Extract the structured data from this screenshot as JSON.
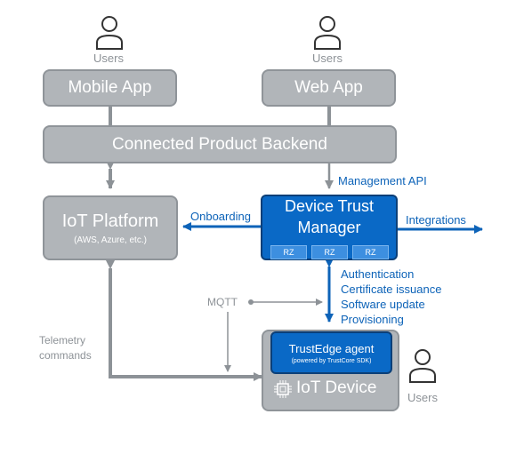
{
  "users": {
    "left": "Users",
    "center": "Users",
    "right": "Users"
  },
  "mobile_app": "Mobile App",
  "web_app": "Web App",
  "backend": "Connected Product Backend",
  "management_api": "Management API",
  "iot_platform": {
    "title": "IoT Platform",
    "subtitle": "(AWS, Azure, etc.)"
  },
  "dtm": {
    "line1": "Device Trust",
    "line2": "Manager",
    "zones": [
      "RZ",
      "RZ",
      "RZ"
    ]
  },
  "onboarding": "Onboarding",
  "integrations": "Integrations",
  "services": [
    "Authentication",
    "Certificate issuance",
    "Software update",
    "Provisioning"
  ],
  "mqtt": "MQTT",
  "telemetry": {
    "line1": "Telemetry",
    "line2": "commands"
  },
  "agent": {
    "title": "TrustEdge agent",
    "subtitle": "(powered by TrustCore SDK)"
  },
  "iot_device": "IoT Device",
  "colors": {
    "gray_box": "#b1b5b9",
    "blue_box": "#0a69c6",
    "blue_text": "#0d63b8",
    "connector": "#8d9297"
  }
}
